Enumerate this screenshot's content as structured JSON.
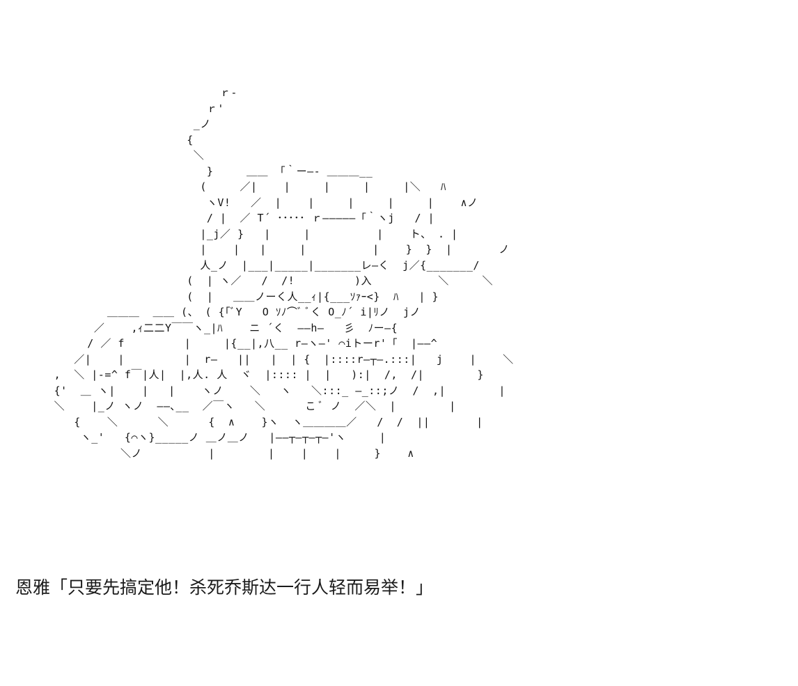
{
  "caption": "恩雅「只要先搞定他！杀死乔斯达一行人轻而易举！」",
  "art_lines": [
    "                              ｒ‐",
    "                            ｒ'",
    "                          _ノ",
    "                         {",
    "                          ＼",
    "                            }     ＿＿ 「｀ー―‐ ＿＿＿__",
    "                           (     ／|    |     |     |     |＼   ﾊ",
    "                            ヽV!   ／  |    |     |     |     |    ∧ノ",
    "                            / |  ／ T´ ･････ ｒ―――――「｀ヽj   / |",
    "                           |_j／ }   |     |          |    ト、 . |",
    "                           |    |   |     |          |    }  }  |       ノ",
    "                           人_ノ  |___|_____|_______レ―く  j／{_______/",
    "                         (  | ヽ／   /  /!         )入          ＼     ＼",
    "                         (  |   ＿＿ノーく人__ｨ|{___ｿｧｰ<}  ﾊ   | }",
    "             ＿＿＿  ＿＿ (、 ( {「ﾞY   O ｿﾉ⌒ﾞ ﾞく O_ﾉ´ i|ﾘノ  jノ",
    "           ／    ,ｨ二二Y￣￣ヽ_|ﾊ    ニ ´く  ――h―   彡  ﾉー―{",
    "          / ／ f         |     |{__|,八__ r―ヽ―' ⌒iトーr'「  |――^",
    "        ／|    |         |  r―   ||   |  | {  |::::r―┬―.:::|   j    |    ＼",
    "     ,  ＼ |-=^ f￣|人|  |,人. 人  ヾ  |:::: |  |   ):|  /,  /|        }",
    "     {'  ＿ ヽ|    |   |    ヽノ    ＼   ヽ   ＼:::_ ―_::;ノ  /  ,|        |",
    "     ＼    |_ノ ヽノ  ――､__  ／￣ヽ   ＼      こ ﾞ ノ  ／＼  |        |",
    "        {    ＼      ＼      {  ∧    }ヽ  ヽ＿＿＿＿／   /  /  ||       |",
    "         ヽ_'   {⌒ヽ}_____ノ ＿ノ＿ノ   |――┬―┬―┬―'ヽ     |",
    "               ＼ノ          |        |    |    |     }    ∧"
  ]
}
